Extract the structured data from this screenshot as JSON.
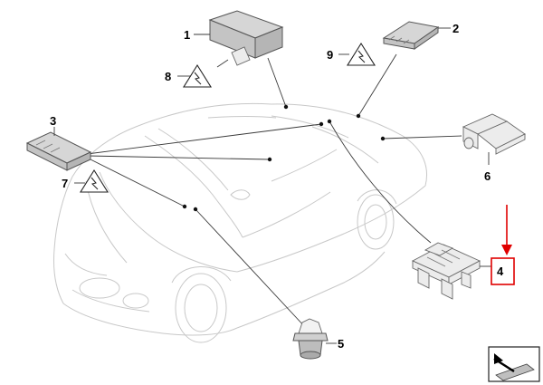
{
  "callouts": {
    "c1": "1",
    "c2": "2",
    "c3": "3",
    "c4": "4",
    "c5": "5",
    "c6": "6",
    "c7": "7",
    "c8": "8",
    "c9": "9"
  },
  "colors": {
    "highlight": "#e00000",
    "car_outline": "#c8c8c8",
    "leader_line": "#3a3a3a"
  },
  "icons": {
    "warning": "esd-warning-triangle-icon",
    "orientation": "orientation-arrow-icon"
  }
}
